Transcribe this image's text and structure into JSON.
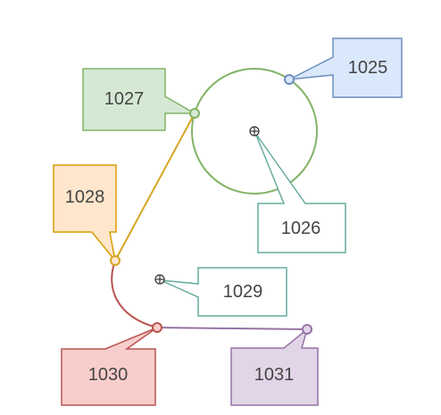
{
  "labels": {
    "c1025": "1025",
    "c1026": "1026",
    "c1027": "1027",
    "c1028": "1028",
    "c1029": "1029",
    "c1030": "1030",
    "c1031": "1031"
  },
  "colors": {
    "blue_fill": "#dae8fc",
    "blue_stroke": "#6c8ebf",
    "green_fill": "#d5e8d4",
    "green_stroke": "#82b366",
    "teal_stroke": "#67ab9f",
    "orange_fill": "#ffe6cc",
    "orange_stroke": "#d79b00",
    "yellow_line": "#d6a624",
    "red_fill": "#f8cecc",
    "red_stroke": "#b85450",
    "purple_fill": "#e1d5e7",
    "purple_stroke": "#9673a6"
  },
  "icons": {
    "center_marker": "crosshair-circle-icon"
  }
}
